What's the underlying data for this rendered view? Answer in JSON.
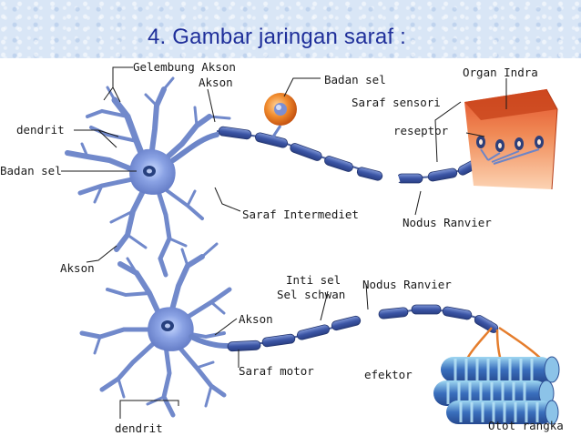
{
  "title": "4. Gambar jaringan saraf :",
  "colors": {
    "header_bg": "#d9e6f6",
    "title": "#1f2f9a",
    "neuron": "#6f86c9",
    "myelin": "#3c57a7",
    "skin": "#e66a2c",
    "muscle": "#3564b0"
  },
  "labels": {
    "gelembung_akson": "Gelembung Akson",
    "akson_top": "Akson",
    "badan_sel_right": "Badan sel",
    "organ_indra": "Organ Indra",
    "saraf_sensori": "Saraf sensori",
    "reseptor": "reseptor",
    "dendrit_top": "dendrit",
    "badan_sel_left": "Badan sel",
    "saraf_intermediet": "Saraf Intermediet",
    "nodus_ranvier_top": "Nodus Ranvier",
    "akson_left": "Akson",
    "inti_sel": "Inti sel",
    "sel_schwan": "Sel schwan",
    "nodus_ranvier_bottom": "Nodus Ranvier",
    "akson_bottom": "Akson",
    "saraf_motor": "Saraf motor",
    "efektor": "efektor",
    "otot_rangka": "Otot rangka",
    "dendrit_bottom": "dendrit"
  }
}
